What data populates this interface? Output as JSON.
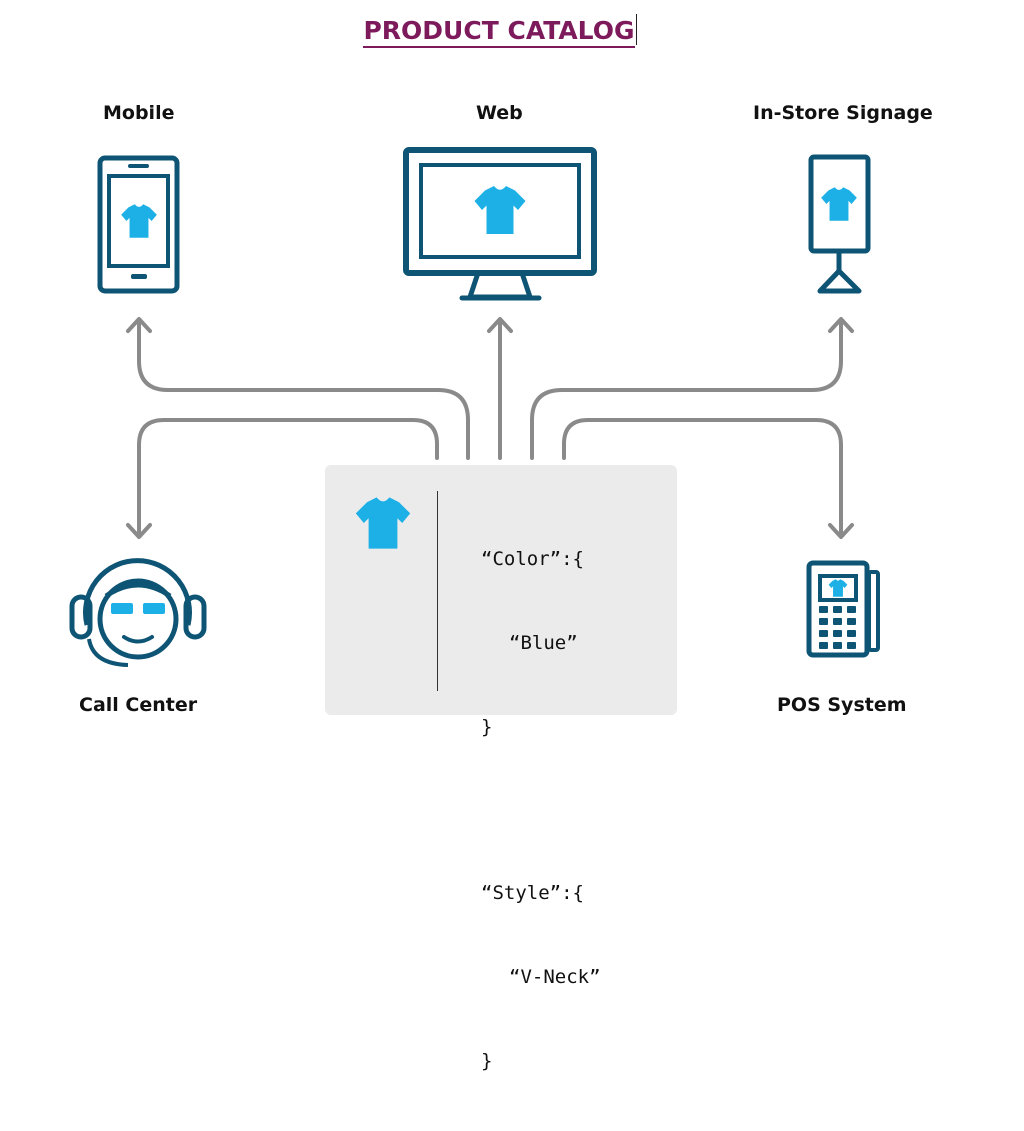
{
  "title": "PRODUCT CATALOG",
  "channels": {
    "mobile": "Mobile",
    "web": "Web",
    "signage": "In-Store Signage",
    "call_center": "Call Center",
    "pos": "POS System"
  },
  "catalog_json": {
    "color_key": "“Color”:{",
    "color_value": "“Blue”",
    "color_close": "}",
    "style_key": "“Style”:{",
    "style_value": "“V-Neck”",
    "style_close": "}"
  },
  "colors": {
    "title": "#7d1a5c",
    "device": "#0e5474",
    "shirt": "#1cb0e6",
    "arrow": "#8a8a8a",
    "card": "#ebebeb"
  },
  "icons": [
    "smartphone-icon",
    "monitor-icon",
    "digital-signage-icon",
    "call-center-agent-icon",
    "pos-terminal-icon",
    "tshirt-icon"
  ]
}
